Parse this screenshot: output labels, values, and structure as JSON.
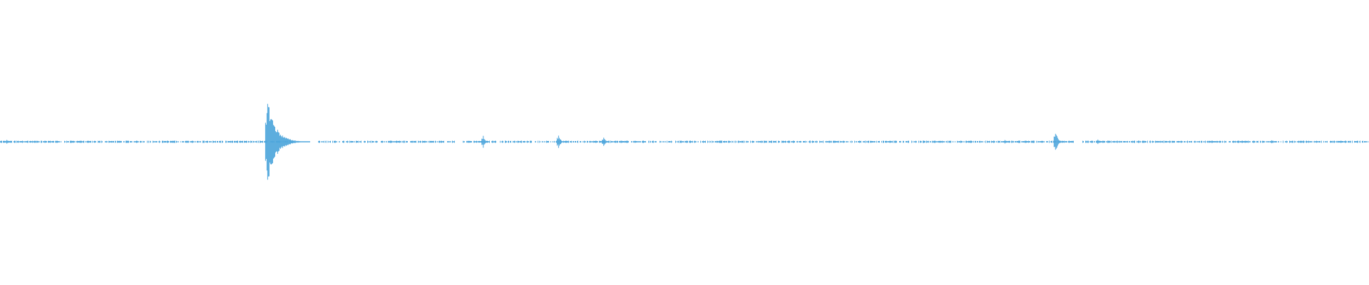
{
  "waveform": {
    "color": "#4ea6dc",
    "background": "#ffffff",
    "peaks": [
      {
        "position": 0.005,
        "amplitude": 0.04
      },
      {
        "position": 0.195,
        "amplitude": 1.0
      },
      {
        "position": 0.353,
        "amplitude": 0.14
      },
      {
        "position": 0.408,
        "amplitude": 0.17
      },
      {
        "position": 0.441,
        "amplitude": 0.1
      },
      {
        "position": 0.734,
        "amplitude": 0.04
      },
      {
        "position": 0.771,
        "amplitude": 0.25
      },
      {
        "position": 0.802,
        "amplitude": 0.05
      },
      {
        "position": 0.929,
        "amplitude": 0.04
      }
    ],
    "silent_gaps": [
      [
        0.215,
        0.232
      ],
      [
        0.332,
        0.338
      ],
      [
        0.784,
        0.79
      ]
    ]
  }
}
